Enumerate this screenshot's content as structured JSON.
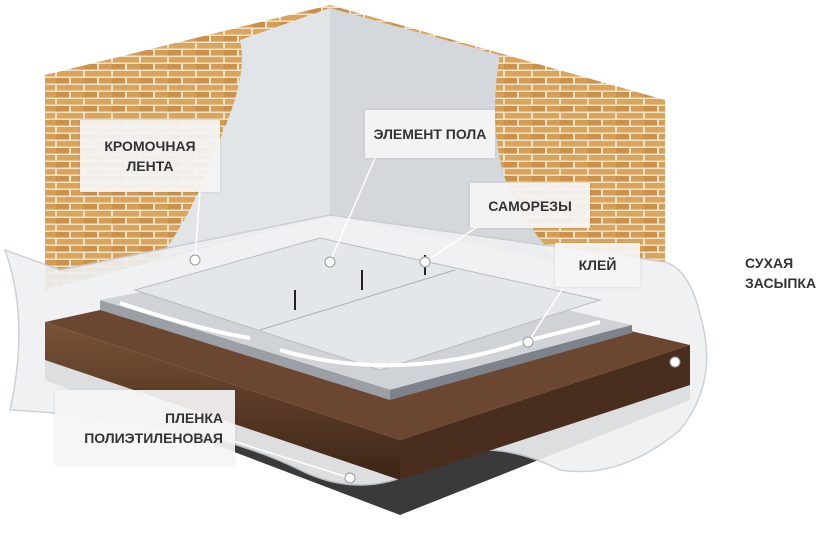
{
  "labels": {
    "edge_tape": [
      "КРОМОЧНАЯ",
      "ЛЕНТА"
    ],
    "floor_element": "ЭЛЕМЕНТ ПОЛА",
    "screws": "САМОРЕЗЫ",
    "glue": "КЛЕЙ",
    "dry_fill": [
      "СУХАЯ",
      "ЗАСЫПКА"
    ],
    "film": [
      "ПЛЕНКА",
      "ПОЛИЭТИЛЕНОВАЯ"
    ]
  },
  "colors": {
    "brick": "#d9a55e",
    "mortar": "#f1e2c4",
    "panel": "#e4e7ea",
    "fill": "#5a3a26",
    "base": "#3a3a3a"
  }
}
